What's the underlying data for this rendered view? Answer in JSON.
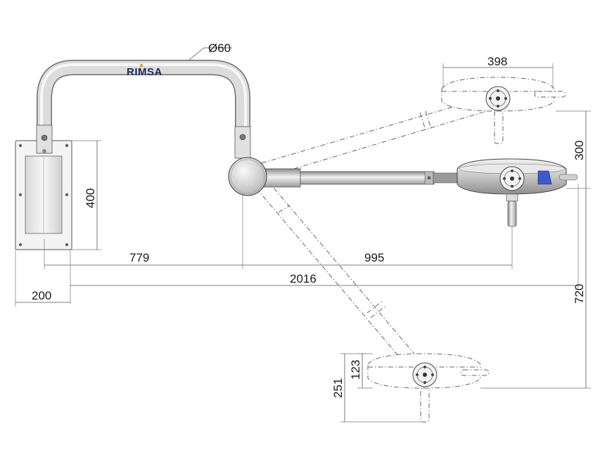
{
  "brand": {
    "logo_text": "RIMSA"
  },
  "dimensions": {
    "tube_diameter": "Ø60",
    "lamp_width": "398",
    "wall_plate_height": "400",
    "arm_length": "779",
    "extension_length": "995",
    "total_length": "2016",
    "wall_plate_depth": "200",
    "lamp_vertical_offset": "300",
    "total_vertical": "720",
    "lower_lamp_height": "123",
    "lower_lamp_total_height": "251"
  },
  "colors": {
    "line": "#555555",
    "tube_light": "#e6e6e6",
    "tube_dark": "#8c8c8c",
    "accent_blue": "#3a5bd0"
  }
}
